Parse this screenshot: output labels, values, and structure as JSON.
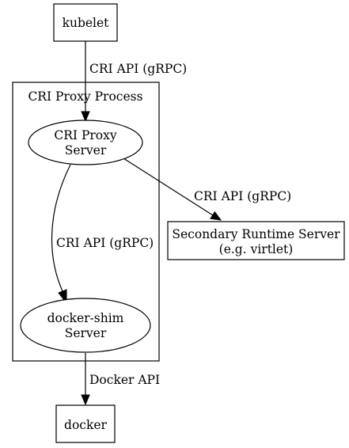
{
  "cluster": {
    "label": "CRI Proxy Process"
  },
  "nodes": {
    "kubelet": {
      "label": "kubelet"
    },
    "cri_proxy_server": {
      "line1": "CRI Proxy",
      "line2": "Server"
    },
    "docker_shim_server": {
      "line1": "docker-shim",
      "line2": "Server"
    },
    "secondary_runtime_server": {
      "line1": "Secondary Runtime Server",
      "line2": "(e.g. virtlet)"
    },
    "docker": {
      "label": "docker"
    }
  },
  "edges": {
    "kubelet_to_proxy": {
      "label": "CRI API (gRPC)"
    },
    "proxy_to_secondary": {
      "label": "CRI API (gRPC)"
    },
    "proxy_to_shim": {
      "label": "CRI API (gRPC)"
    },
    "shim_to_docker": {
      "label": "Docker API"
    }
  },
  "colors": {
    "stroke": "#000000",
    "fill": "#ffffff",
    "text": "#000000"
  }
}
